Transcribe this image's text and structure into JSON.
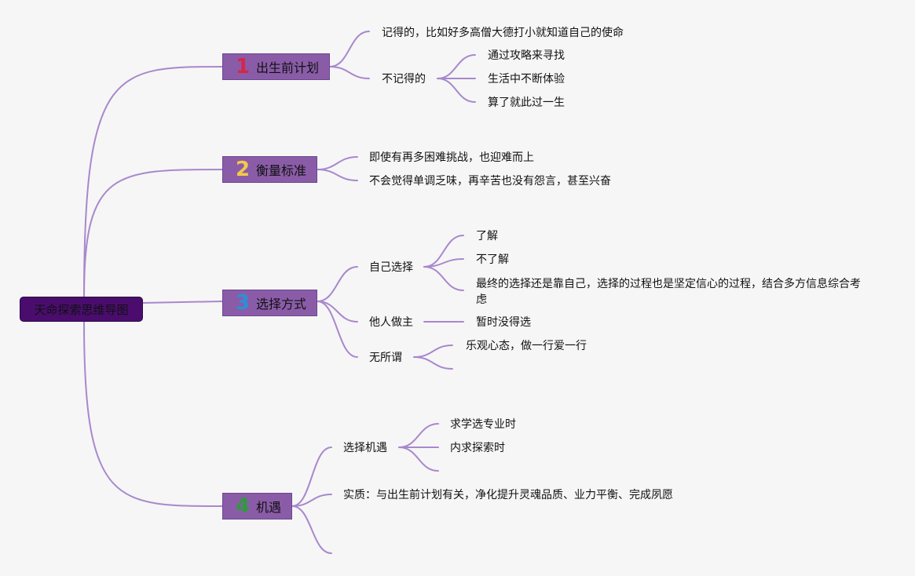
{
  "root": "天命探索思维导图",
  "branches": [
    {
      "num": "1",
      "title": "出生前计划",
      "children": [
        {
          "text": "记得的，比如好多高僧大德打小就知道自己的使命"
        },
        {
          "text": "不记得的",
          "children": [
            "通过攻略来寻找",
            "生活中不断体验",
            "算了就此过一生"
          ]
        }
      ]
    },
    {
      "num": "2",
      "title": "衡量标准",
      "children": [
        {
          "text": "即使有再多困难挑战，也迎难而上"
        },
        {
          "text": "不会觉得单调乏味，再辛苦也没有怨言，甚至兴奋"
        }
      ]
    },
    {
      "num": "3",
      "title": "选择方式",
      "children": [
        {
          "text": "自己选择",
          "children": [
            "了解",
            "不了解",
            "最终的选择还是靠自己，选择的过程也是坚定信心的过程，结合多方信息综合考虑"
          ]
        },
        {
          "text": "他人做主",
          "children": [
            "暂时没得选"
          ]
        },
        {
          "text": "无所谓",
          "children": [
            "乐观心态，做一行爱一行",
            ""
          ]
        }
      ]
    },
    {
      "num": "4",
      "title": "机遇",
      "children": [
        {
          "text": "选择机遇",
          "children": [
            "求学选专业时",
            "内求探索时",
            ""
          ]
        },
        {
          "text": "实质：与出生前计划有关，净化提升灵魂品质、业力平衡、完成夙愿"
        },
        {
          "text": ""
        }
      ]
    }
  ],
  "colors": {
    "background": "#f6f6f6",
    "root_fill": "#4a0d6e",
    "branch_fill": "#8a5ca8",
    "connector": "#a888cc",
    "num1": "#d6264a",
    "num2": "#f2c94c",
    "num3": "#2d8fd6",
    "num4": "#2e9a3c"
  }
}
